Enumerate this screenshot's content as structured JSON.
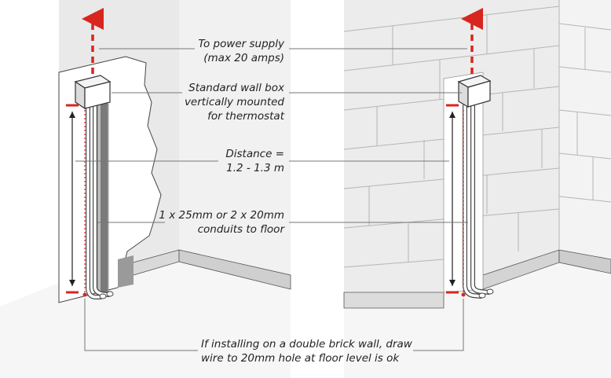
{
  "labels": {
    "power_supply_line1": "To power supply",
    "power_supply_line2": "(max 20 amps)",
    "wall_box_line1": "Standard wall box",
    "wall_box_line2": "vertically mounted",
    "wall_box_line3": "for thermostat",
    "distance_line1": "Distance =",
    "distance_line2": "1.2 - 1.3 m",
    "conduits_line1": "1 x 25mm or 2 x 20mm",
    "conduits_line2": "conduits to floor",
    "brick_note_line1": "If installing on a double brick wall, draw",
    "brick_note_line2": "wire to 20mm hole at floor level is ok"
  },
  "colors": {
    "accent_red": "#d7261e",
    "wall_grey": "#e6e6e6",
    "floor_grey": "#f3f3f3",
    "outline": "#333333",
    "leader_line": "#777777"
  }
}
